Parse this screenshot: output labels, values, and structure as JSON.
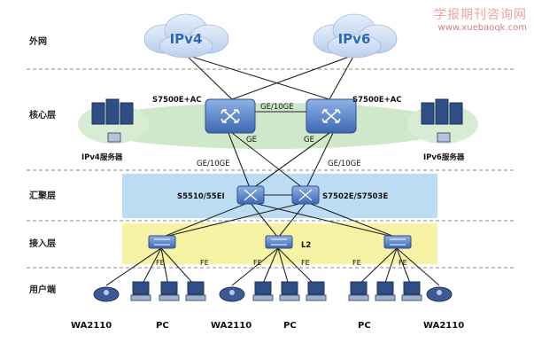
{
  "watermark": {
    "name": "学报期刊咨询网",
    "url": "www.xuebaoqk.com"
  },
  "layers": [
    {
      "key": "external",
      "label": "外网"
    },
    {
      "key": "core",
      "label": "核心层"
    },
    {
      "key": "aggregation",
      "label": "汇聚层"
    },
    {
      "key": "access",
      "label": "接入层"
    },
    {
      "key": "user",
      "label": "用户端"
    }
  ],
  "clouds": [
    {
      "key": "ipv4",
      "label": "IPv4"
    },
    {
      "key": "ipv6",
      "label": "IPv6"
    }
  ],
  "core_switches": [
    {
      "key": "core-left",
      "label": "S7500E+AC"
    },
    {
      "key": "core-right",
      "label": "S7500E+AC"
    }
  ],
  "core_link_label": "GE/10GE",
  "servers": [
    {
      "key": "ipv4-server",
      "label": "IPv4服务器"
    },
    {
      "key": "ipv6-server",
      "label": "IPv6服务器"
    }
  ],
  "aggregation_switches": [
    {
      "key": "agg-left",
      "label": "S5510/55EI"
    },
    {
      "key": "agg-right",
      "label": "S7502E/S7503E"
    }
  ],
  "access_switches": [
    {
      "key": "acc-left",
      "label": ""
    },
    {
      "key": "acc-mid",
      "label": "L2"
    },
    {
      "key": "acc-right",
      "label": ""
    }
  ],
  "link_labels": {
    "ge": "GE",
    "ge_10ge": "GE/10GE",
    "fe": "FE"
  },
  "end_devices": [
    {
      "key": "wa1",
      "type": "ap",
      "label": "WA2110"
    },
    {
      "key": "pc1",
      "type": "pc",
      "label": "PC"
    },
    {
      "key": "wa2",
      "type": "ap",
      "label": "WA2110"
    },
    {
      "key": "pc2",
      "type": "pc",
      "label": "PC"
    },
    {
      "key": "pc3",
      "type": "pc",
      "label": "PC"
    },
    {
      "key": "wa3",
      "type": "ap",
      "label": "WA2110"
    }
  ],
  "colors": {
    "aggregation_band": "#bcdcf4",
    "access_band": "#f7f3a4",
    "core_ellipse": "#cfe8c9",
    "cloud": "#cfe0f4",
    "cloud_text": "#2a6ab8",
    "link": "#222222",
    "device_body": "#5f86c9"
  }
}
